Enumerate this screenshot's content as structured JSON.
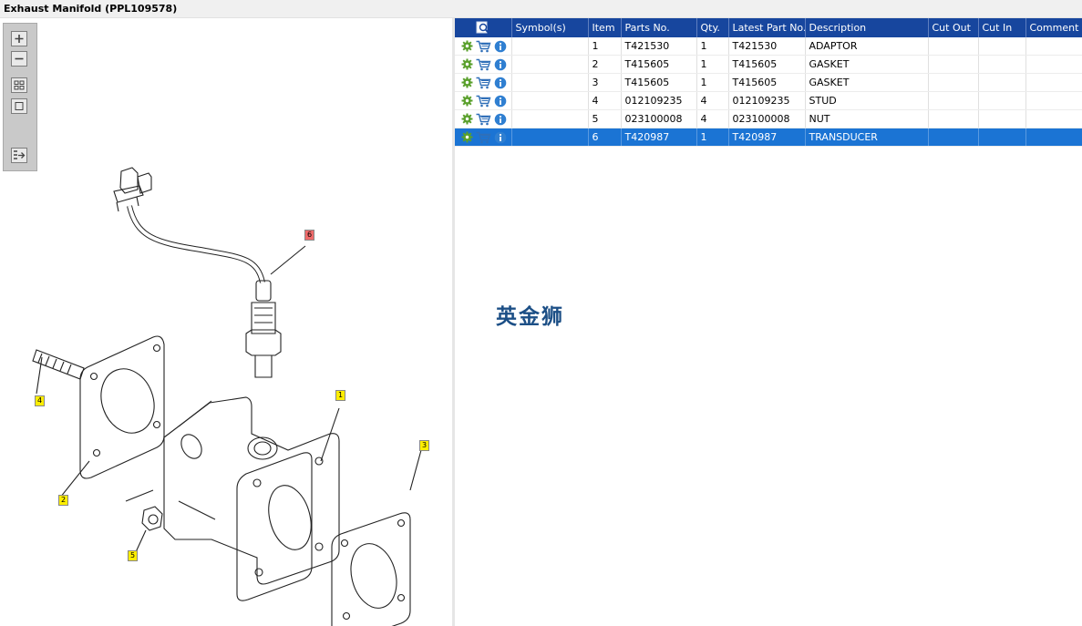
{
  "window": {
    "title": "Exhaust Manifold (PPL109578)"
  },
  "diagram": {
    "callouts": [
      {
        "id": "1",
        "style": "yellow"
      },
      {
        "id": "2",
        "style": "yellow"
      },
      {
        "id": "3",
        "style": "yellow"
      },
      {
        "id": "4",
        "style": "yellow"
      },
      {
        "id": "5",
        "style": "yellow"
      },
      {
        "id": "6",
        "style": "red"
      }
    ]
  },
  "toolbar": {
    "icons": [
      "zoom-in-icon",
      "zoom-out-icon",
      "fit-all-icon",
      "fit-window-icon",
      "list-jump-icon"
    ]
  },
  "grid": {
    "columns": [
      "Symbol(s)",
      "Item",
      "Parts No.",
      "Qty.",
      "Latest Part No.",
      "Description",
      "Cut Out",
      "Cut In",
      "Comment"
    ],
    "rows": [
      {
        "item": "1",
        "part_no": "T421530",
        "qty": "1",
        "latest": "T421530",
        "desc": "ADAPTOR",
        "selected": false
      },
      {
        "item": "2",
        "part_no": "T415605",
        "qty": "1",
        "latest": "T415605",
        "desc": "GASKET",
        "selected": false
      },
      {
        "item": "3",
        "part_no": "T415605",
        "qty": "1",
        "latest": "T415605",
        "desc": "GASKET",
        "selected": false
      },
      {
        "item": "4",
        "part_no": "012109235",
        "qty": "4",
        "latest": "012109235",
        "desc": "STUD",
        "selected": false
      },
      {
        "item": "5",
        "part_no": "023100008",
        "qty": "4",
        "latest": "023100008",
        "desc": "NUT",
        "selected": false
      },
      {
        "item": "6",
        "part_no": "T420987",
        "qty": "1",
        "latest": "T420987",
        "desc": "TRANSDUCER",
        "selected": true
      }
    ]
  },
  "watermark": "英金狮",
  "colors": {
    "header": "#17469e",
    "selected": "#1b74d4",
    "gear": "#5aa02c",
    "info": "#2f7fd1"
  }
}
